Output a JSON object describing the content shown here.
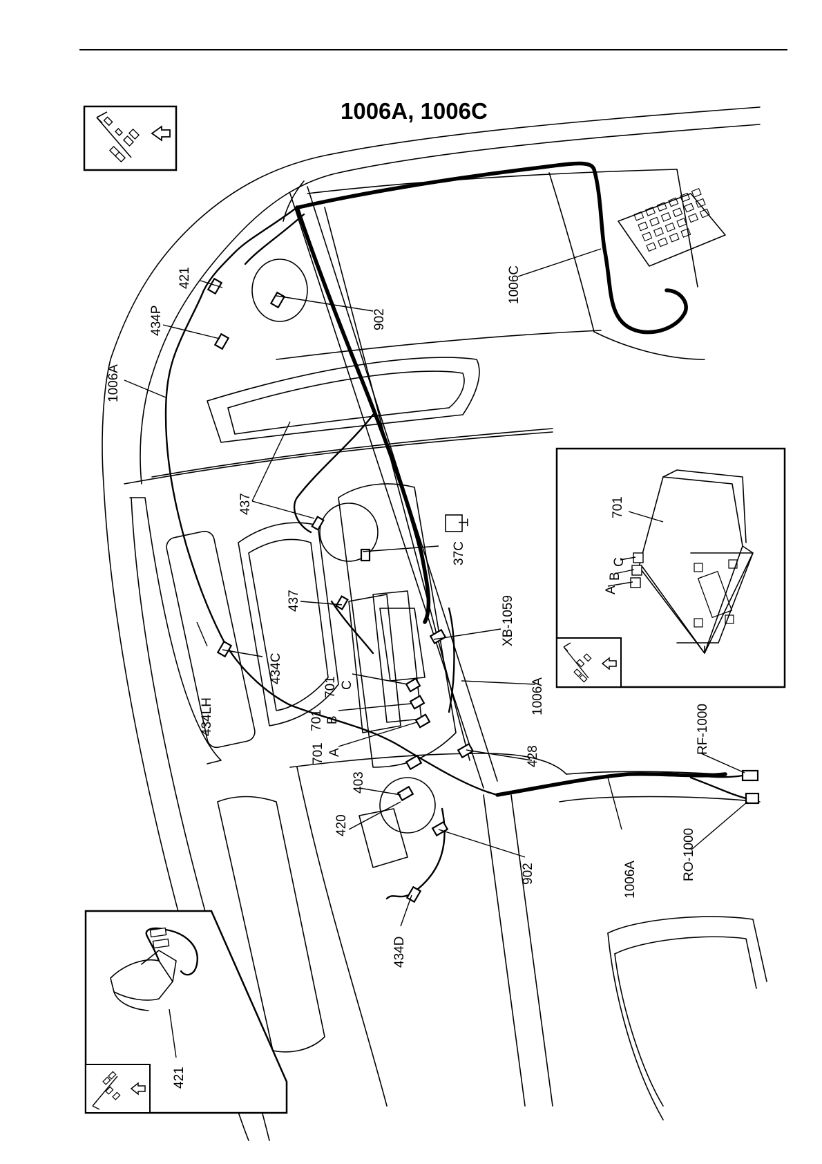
{
  "diagram": {
    "title": "1006A, 1006C",
    "callouts": {
      "c421_top": "421",
      "c434P": "434P",
      "c1006A_top": "1006A",
      "c902_top": "902",
      "c1006C": "1006C",
      "c437_a": "437",
      "c37C": "37C",
      "c37C_symbol": "T",
      "c437_b": "437",
      "cXB1059": "XB-1059",
      "c434C": "434C",
      "c434LH": "434LH",
      "c701_C": "701",
      "cC": "C",
      "c701_B": "701",
      "cB": "B",
      "c701_A": "701",
      "cA": "A",
      "c1006A_mid": "1006A",
      "c403": "403",
      "c428": "428",
      "c420": "420",
      "c902_bottom": "902",
      "c1006A_bottom": "1006A",
      "cRF1000": "RF-1000",
      "cRO1000": "RO-1000",
      "c434D": "434D"
    },
    "inset_radio": {
      "c701": "701",
      "cA": "A",
      "cB": "B",
      "cC": "C"
    },
    "inset_speaker": {
      "c421": "421"
    },
    "icons": [
      "vehicle-orientation-icon",
      "direction-arrow-icon"
    ]
  }
}
